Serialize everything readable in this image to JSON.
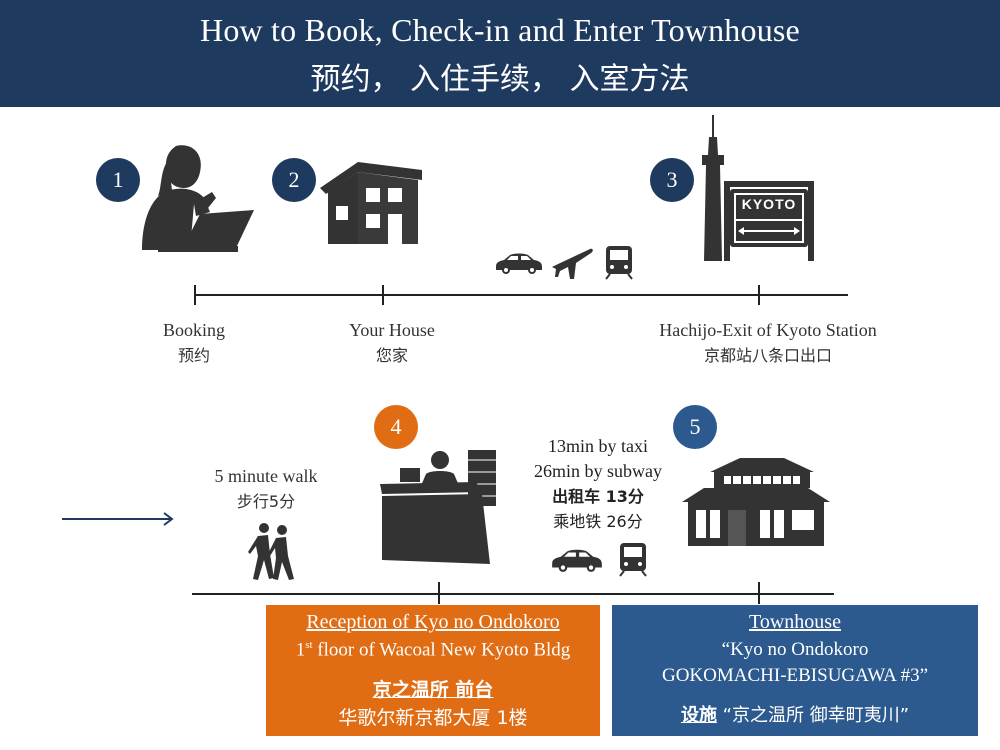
{
  "header": {
    "title_en": "How to Book, Check-in and Enter Townhouse",
    "title_cn": "预约， 入住手续， 入室方法",
    "background": "#1f3a5f"
  },
  "steps": [
    {
      "number": "1",
      "color": "#1f3a5f"
    },
    {
      "number": "2",
      "color": "#1f3a5f"
    },
    {
      "number": "3",
      "color": "#1f3a5f"
    },
    {
      "number": "4",
      "color": "#e06c14"
    },
    {
      "number": "5",
      "color": "#2c5a8e"
    }
  ],
  "timeline_top": {
    "booking_en": "Booking",
    "booking_cn": "预约",
    "house_en": "Your House",
    "house_cn": "您家",
    "station_en": "Hachijo-Exit of Kyoto Station",
    "station_cn": "京都站八条口出口",
    "station_sign": "KYOTO"
  },
  "timeline_bottom": {
    "walk_en": "5 minute walk",
    "walk_cn": "步行5分",
    "taxi_en": "13min by taxi",
    "subway_en": "26min by subway",
    "taxi_cn": "出租车 13分",
    "subway_cn": "乘地铁 26分"
  },
  "reception": {
    "title": "Reception of Kyo no Ondokoro",
    "floor_num": "1",
    "floor_sup": "st",
    "floor_rest": " floor of Wacoal New Kyoto Bldg",
    "cn_title": "京之温所 前台",
    "cn_sub": "华歌尔新京都大厦 1楼",
    "color": "#e06c14"
  },
  "townhouse": {
    "title": "Townhouse",
    "name_line1": "“Kyo no Ondokoro",
    "name_line2": "GOKOMACHI-EBISUGAWA #3”",
    "cn_label": "设施",
    "cn_name": " “京之温所 御幸町夷川”",
    "color": "#2c5a8e"
  }
}
